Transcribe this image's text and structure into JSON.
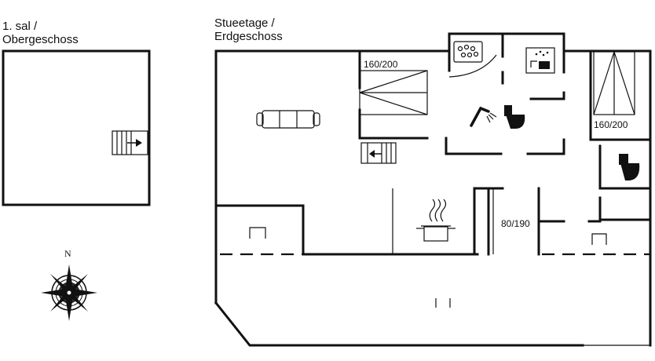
{
  "floors": {
    "upper": {
      "line1": "1. sal /",
      "line2": "Obergeschoss"
    },
    "ground": {
      "line1": "Stueetage /",
      "line2": "Erdgeschoss"
    }
  },
  "beds": {
    "bedroom_left": "160/200",
    "bedroom_right": "160/200",
    "alcove": "80/190"
  },
  "compass": {
    "north": "N"
  }
}
